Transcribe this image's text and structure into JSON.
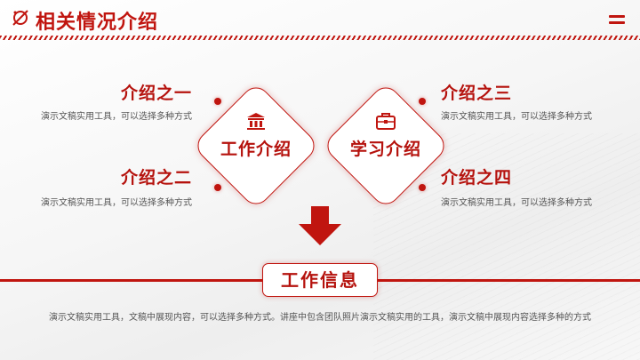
{
  "header": {
    "title": "相关情况介绍",
    "logo_icon": "planet-icon",
    "menu_icon": "menu-icon"
  },
  "items": [
    {
      "title": "介绍之一",
      "desc": "演示文稿实用工具，可以选择多种方式"
    },
    {
      "title": "介绍之二",
      "desc": "演示文稿实用工具，可以选择多种方式"
    },
    {
      "title": "介绍之三",
      "desc": "演示文稿实用工具，可以选择多种方式"
    },
    {
      "title": "介绍之四",
      "desc": "演示文稿实用工具，可以选择多种方式"
    }
  ],
  "diamonds": [
    {
      "label": "工作介绍",
      "icon": "bank-icon"
    },
    {
      "label": "学习介绍",
      "icon": "briefcase-icon"
    }
  ],
  "badge": {
    "label": "工作信息"
  },
  "bottom_text": "演示文稿实用工具，文稿中展现内容，可以选择多种方式。讲座中包含团队照片演示文稿实用的工具，演示文稿中展现内容选择多种的方式",
  "colors": {
    "accent": "#c0150f",
    "text": "#555555"
  }
}
